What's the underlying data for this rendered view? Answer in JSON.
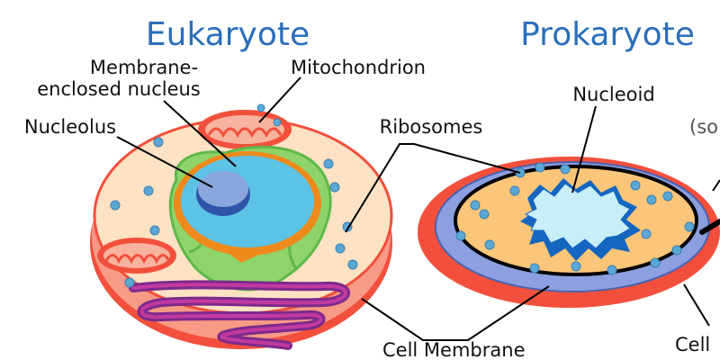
{
  "titles": {
    "eukaryote": "Eukaryote",
    "prokaryote": "Prokaryote"
  },
  "labels": {
    "membrane_enclosed_nucleus_line1": "Membrane-",
    "membrane_enclosed_nucleus_line2": "enclosed nucleus",
    "mitochondrion": "Mitochondrion",
    "nucleolus": "Nucleolus",
    "ribosomes": "Ribosomes",
    "nucleoid": "Nucleoid",
    "cell_membrane": "Cell Membrane",
    "cell_partial": "Cell",
    "so_partial": "(so"
  },
  "colors": {
    "title_blue": "#2a6fba",
    "cell_wall_red": "#f2503c",
    "cell_wall_pink": "#f79a86",
    "cytoplasm": "#fde2c4",
    "er_green": "#8ed46a",
    "er_green_dark": "#5fb84a",
    "nuclear_envelope_orange": "#ee8a1c",
    "nucleus_blue": "#5cc3e6",
    "nucleolus_blue": "#6f8fcf",
    "nucleolus_dark": "#2f55a8",
    "golgi_purple": "#7d2a8c",
    "golgi_magenta": "#c23aa0",
    "ribosome_blue": "#5aa8d6",
    "prokaryote_capsule": "#f2503c",
    "prokaryote_wall": "#8c9fe0",
    "prokaryote_cytoplasm": "#fbc679",
    "nucleoid_light": "#c8eef8",
    "nucleoid_dark": "#1566c0"
  }
}
